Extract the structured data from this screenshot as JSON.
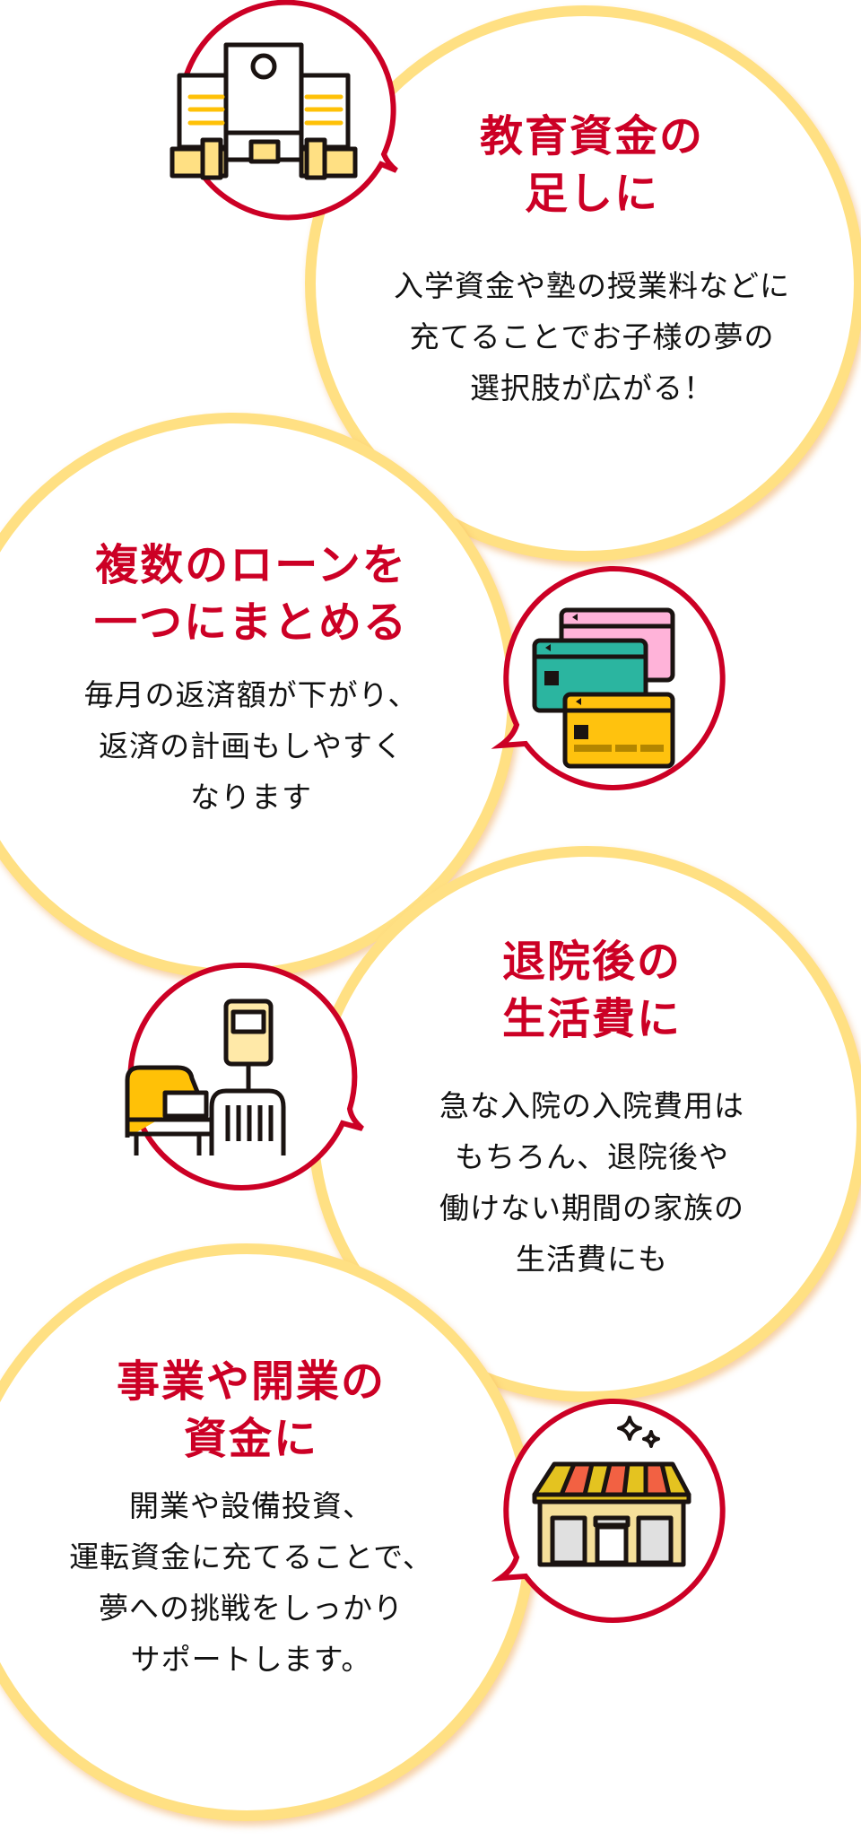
{
  "colors": {
    "title_red": "#cc0025",
    "ring_yellow": "#ffe083",
    "icon_ring_red": "#cc0025",
    "text_black": "#111111"
  },
  "items": [
    {
      "icon": "school-building-icon",
      "title_lines": [
        "教育資金の",
        "足しに"
      ],
      "desc_lines": [
        "入学資金や塾の授業料などに",
        "充てることでお子様の夢の",
        "選択肢が広がる！"
      ]
    },
    {
      "icon": "credit-cards-icon",
      "title_lines": [
        "複数のローンを",
        "一つにまとめる"
      ],
      "desc_lines": [
        "毎月の返済額が下がり、",
        "返済の計画もしやすく",
        "なります"
      ]
    },
    {
      "icon": "hospital-bed-iv-icon",
      "title_lines": [
        "退院後の",
        "生活費に"
      ],
      "desc_lines": [
        "急な入院の入院費用は",
        "もちろん、退院後や",
        "働けない期間の家族の",
        "生活費にも"
      ]
    },
    {
      "icon": "storefront-sparkle-icon",
      "title_lines": [
        "事業や開業の",
        "資金に"
      ],
      "desc_lines": [
        "開業や設備投資、",
        "運転資金に充てることで、",
        "夢への挑戦をしっかり",
        "サポートします。"
      ]
    }
  ]
}
